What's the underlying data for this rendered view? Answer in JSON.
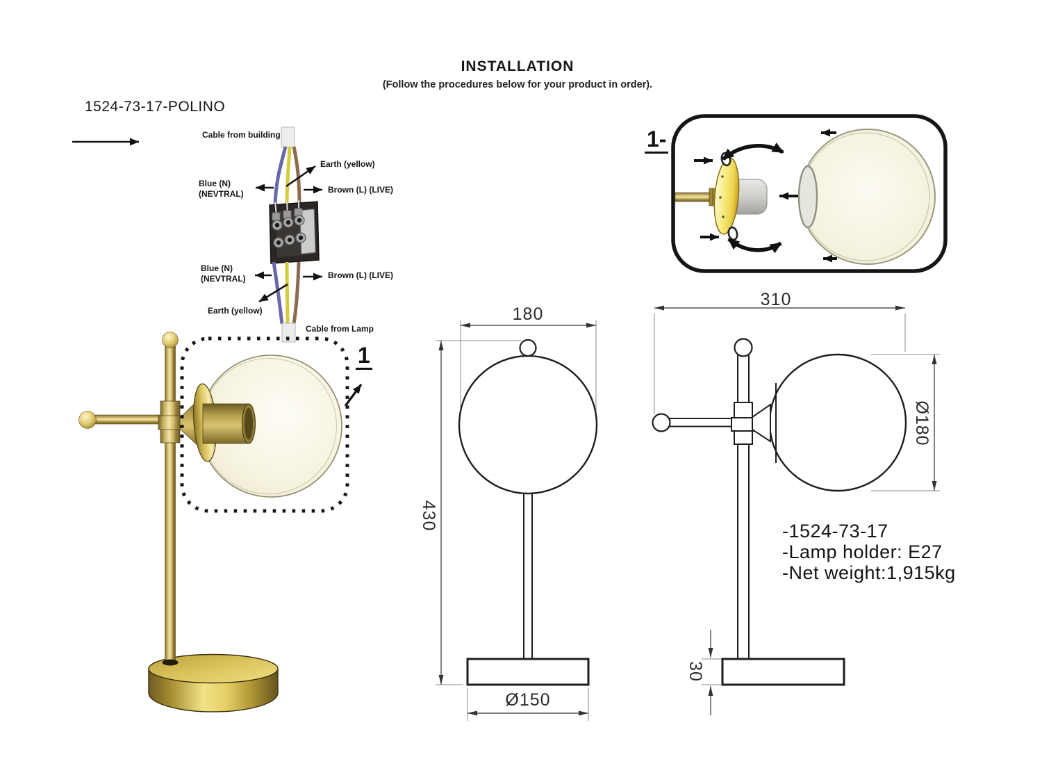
{
  "header": {
    "title": "INSTALLATION",
    "subtitle": "(Follow the procedures below for your product in order)."
  },
  "product": {
    "code": "1524-73-17-POLINO"
  },
  "wiring_diagram": {
    "cable_from_building": "Cable from building",
    "cable_from_lamp": "Cable from Lamp",
    "earth_label_top": "Earth (yellow)",
    "earth_label_bottom": "Earth (yellow)",
    "neutral_label_line1": "Blue (N)",
    "neutral_label_line2": "(NEVTRAL)",
    "live_label_top": "Brown (L) (LIVE)",
    "live_label_bottom": "Brown (L) (LIVE)",
    "wire_colors": {
      "neutral_blue": "#6a68a6",
      "earth_yellow": "#d3cc3d",
      "live_brown": "#8b6a51"
    }
  },
  "steps": {
    "lamp_callout": "1",
    "detail_callout": "1-"
  },
  "front_view": {
    "width": "180",
    "height": "430",
    "base_diameter": "Ø150"
  },
  "side_view": {
    "depth": "310",
    "globe_diameter": "Ø180",
    "base_height": "30"
  },
  "specs": {
    "line1": "-1524-73-17",
    "line2": "-Lamp holder: E27",
    "line3": "-Net weight:1,915kg"
  },
  "colors": {
    "brass": "#d9c05e",
    "gold_base": "#e5cf66",
    "glass_globe": "#f5f2df",
    "outline": "#1d1d1d"
  }
}
